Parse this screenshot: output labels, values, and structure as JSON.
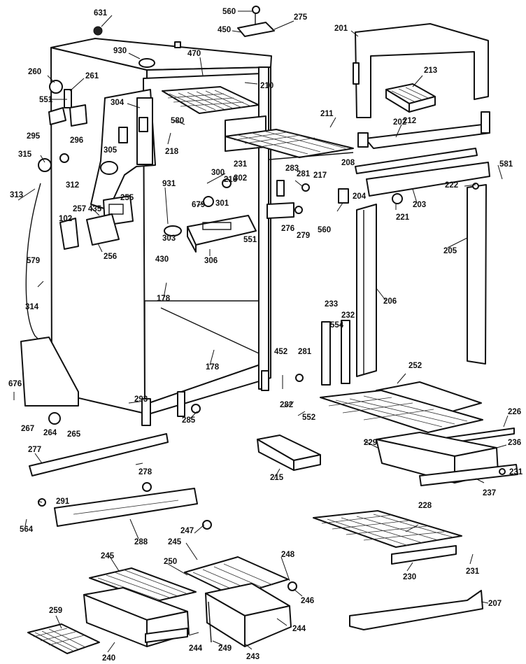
{
  "labels": [
    "631",
    "560",
    "275",
    "450",
    "201",
    "930",
    "470",
    "260",
    "261",
    "213",
    "304",
    "210",
    "551",
    "211",
    "580",
    "212",
    "295",
    "296",
    "216",
    "202",
    "305",
    "218",
    "315",
    "300",
    "302",
    "312",
    "931",
    "208",
    "581",
    "283",
    "231",
    "217",
    "281",
    "222",
    "203",
    "313",
    "255",
    "257",
    "102",
    "679",
    "301",
    "221",
    "435",
    "303",
    "276",
    "560",
    "204",
    "551",
    "279",
    "205",
    "306",
    "256",
    "579",
    "430",
    "178",
    "314",
    "206",
    "233",
    "232",
    "554",
    "178",
    "452",
    "281",
    "676",
    "252",
    "293",
    "282",
    "552",
    "226",
    "267",
    "264",
    "265",
    "285",
    "229",
    "236",
    "277",
    "278",
    "215",
    "231",
    "237",
    "291",
    "564",
    "288",
    "228",
    "247",
    "245",
    "245",
    "250",
    "248",
    "246",
    "231",
    "230",
    "207",
    "259",
    "244",
    "244",
    "240",
    "249",
    "243"
  ]
}
